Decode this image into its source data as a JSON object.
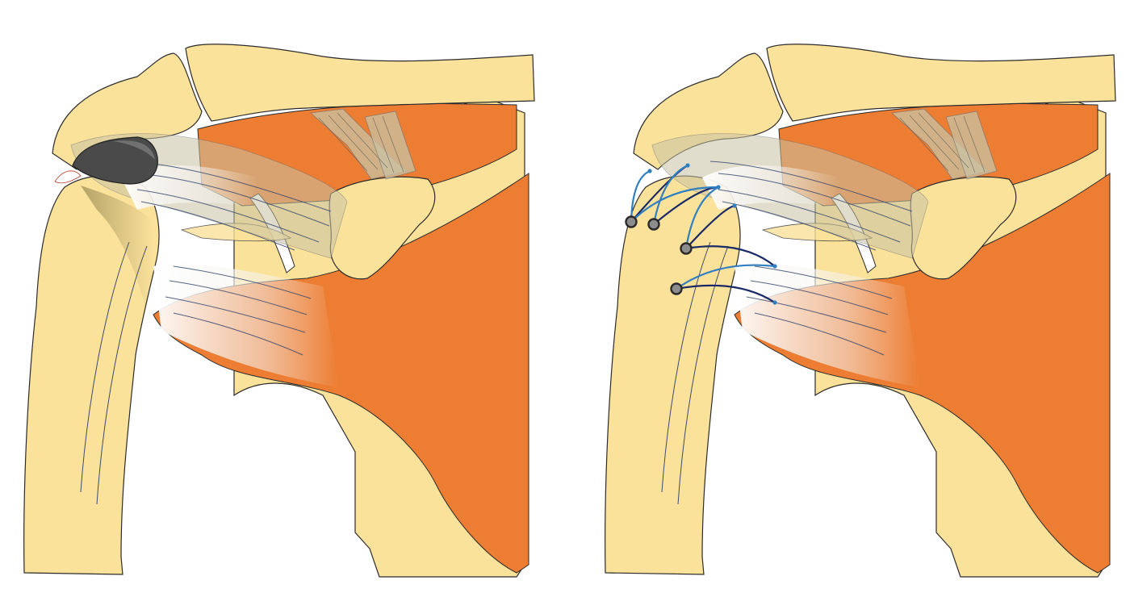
{
  "colors": {
    "bone": "#fbe29b",
    "bone_stroke": "#2b2b2b",
    "muscle": "#ec7d32",
    "tendon_band": "#c8c3a4",
    "cartilage": "#e9ecf4",
    "lesion": "#4a4a4a",
    "anchor": "#2a2a2a",
    "suture_light": "#2f7fc1",
    "suture_dark": "#1b2a66",
    "line": "#3c4a6e",
    "background": "#ffffff"
  },
  "panels": [
    {
      "id": "left",
      "state": "tear",
      "icon": "torn-tendon-icon"
    },
    {
      "id": "right",
      "state": "repaired",
      "icon": "suture-anchor-icon",
      "anchor_count": 4
    }
  ]
}
